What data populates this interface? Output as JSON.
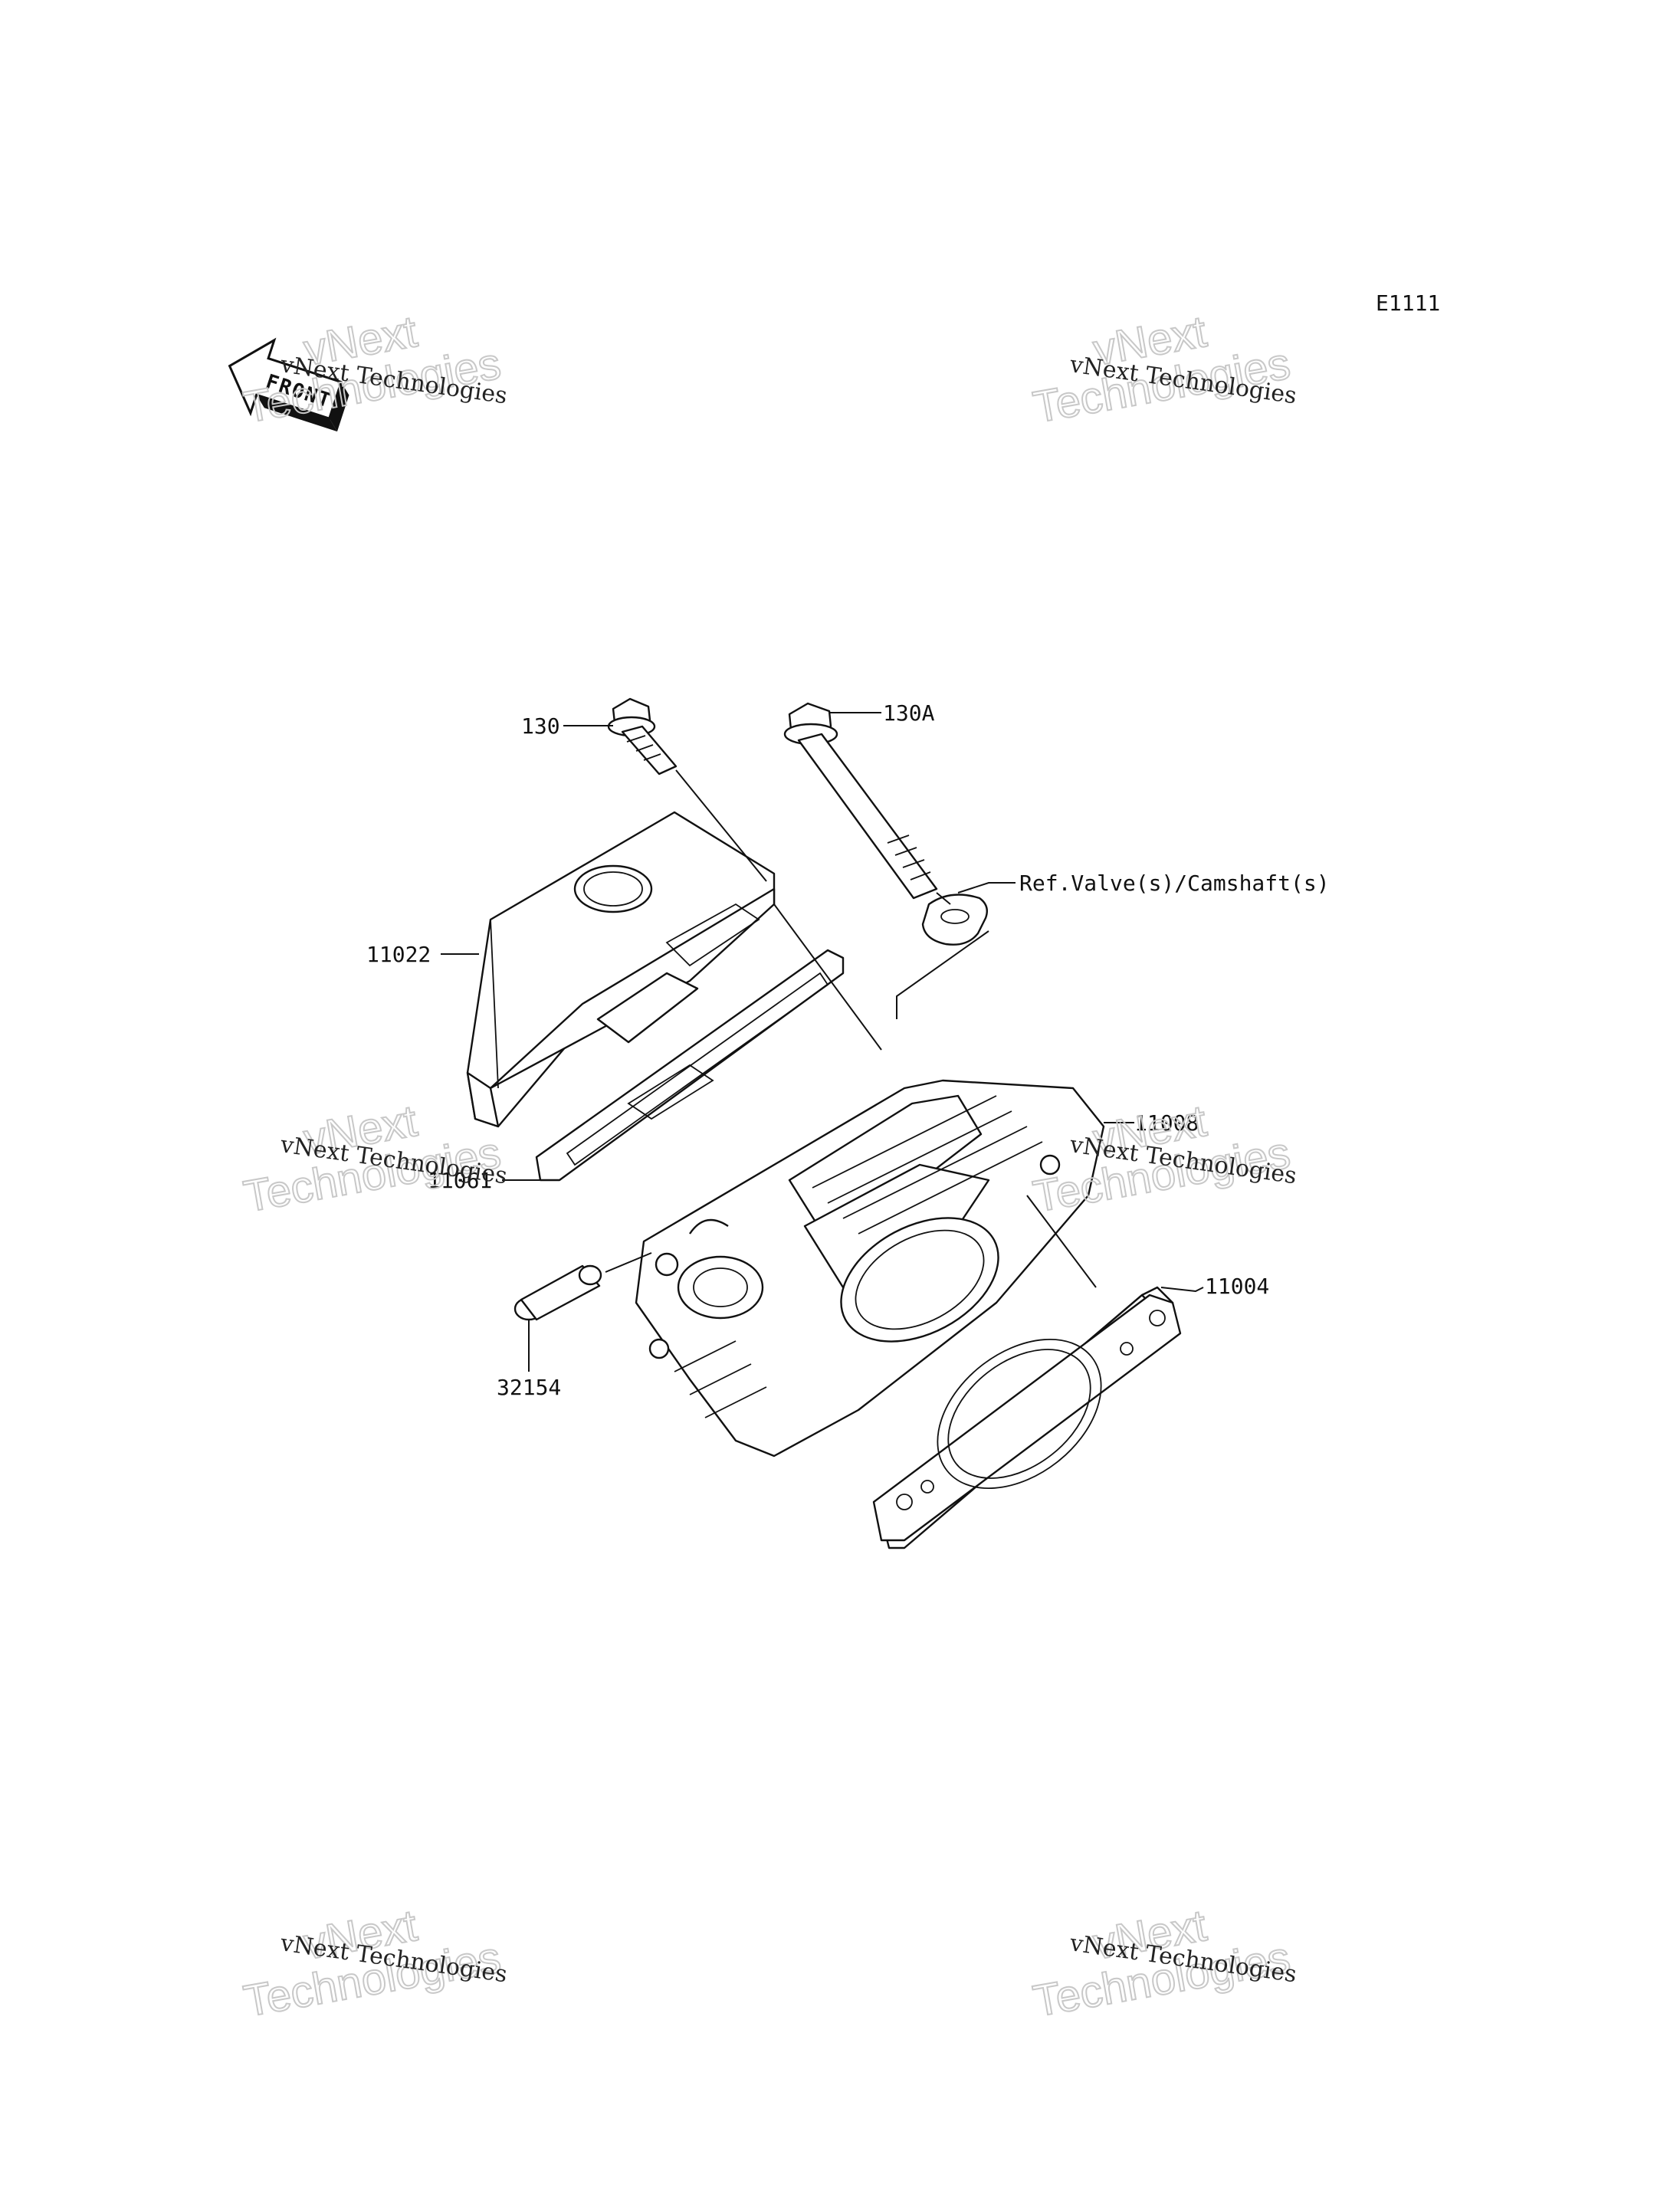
{
  "diagram_code": "E1111",
  "front_arrow_label": "FRONT",
  "callouts": {
    "bolt_130": "130",
    "bolt_130a": "130A",
    "ref_valves": "Ref.Valve(s)/Camshaft(s)",
    "cover_11022": "11022",
    "head_11008": "11008",
    "gasket_11061": "11061",
    "gasket_11004": "11004",
    "pin_32154": "32154"
  },
  "watermark": {
    "caption": "vNext Technologies",
    "large_line1": "vNext",
    "large_line2": "Technologies"
  }
}
